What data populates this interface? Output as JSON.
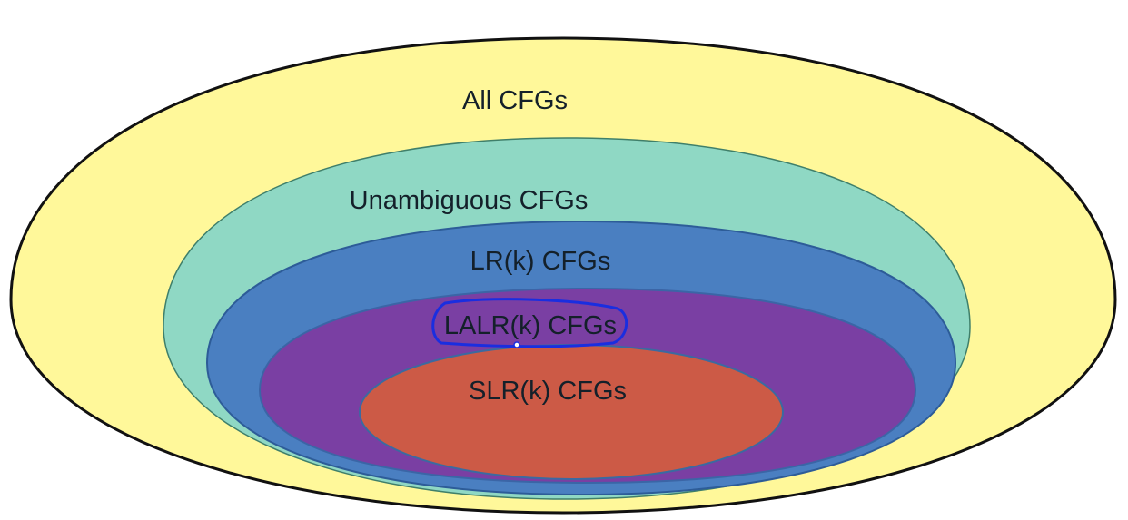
{
  "diagram": {
    "type": "nested-sets",
    "title": "",
    "sets": [
      {
        "id": "all",
        "label": "All CFGs",
        "fill": "#fff89a",
        "stroke": "#111111"
      },
      {
        "id": "unambiguous",
        "label": "Unambiguous CFGs",
        "fill": "#8fd8c4",
        "stroke": "#3f7f6a"
      },
      {
        "id": "lrk",
        "label": "LR(k) CFGs",
        "fill": "#4a7fc1",
        "stroke": "#2d5c98"
      },
      {
        "id": "lalrk",
        "label": "LALR(k) CFGs",
        "fill": "#7a3fa3",
        "stroke": "#3b65a6"
      },
      {
        "id": "slrk",
        "label": "SLR(k) CFGs",
        "fill": "#cc5a46",
        "stroke": "#3b6aa0"
      }
    ],
    "annotation": {
      "target": "lalrk",
      "kind": "hand-drawn-circle",
      "color": "#1a2ee0"
    }
  }
}
